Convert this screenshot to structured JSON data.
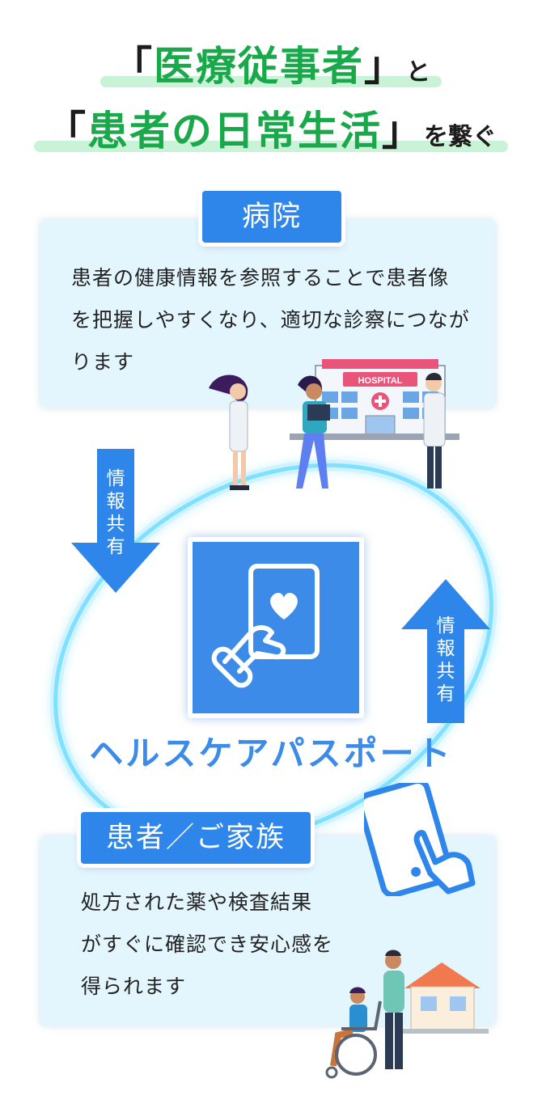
{
  "headline": {
    "line1": {
      "open": "「",
      "emph": "医療従事者",
      "close": "」",
      "tail": "と"
    },
    "line2": {
      "open": "「",
      "emph": "患者の日常生活",
      "close": "」",
      "tail": "を繋ぐ"
    }
  },
  "hospital": {
    "label": "病院",
    "lines": [
      "患者の健康情報を参照することで患者像",
      "を把握しやすくなり、適切な診察につなが",
      "ります"
    ],
    "sign": "HOSPITAL"
  },
  "arrows": {
    "down_label": [
      "情",
      "報",
      "共",
      "有"
    ],
    "up_label": [
      "情",
      "報",
      "共",
      "有"
    ]
  },
  "passport": {
    "name": "ヘルスケアパスポート"
  },
  "patient": {
    "label": "患者／ご家族",
    "lines": [
      "処方された薬や検査結果",
      "がすぐに確認でき安心感を",
      "得られます"
    ]
  },
  "colors": {
    "green": "#19a84a",
    "blue": "#2f86ea",
    "card_bg": "#e3f5fd",
    "highlight": "#c9f3d6",
    "orbit": "#7fe0ff"
  },
  "icons": [
    "heart-card-hand-icon",
    "smartphone-tap-icon",
    "down-arrow-icon",
    "up-arrow-icon"
  ]
}
